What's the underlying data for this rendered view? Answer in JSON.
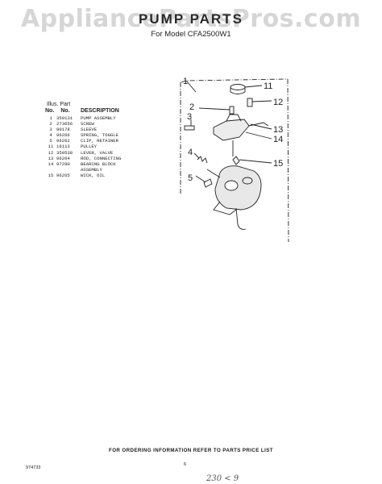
{
  "watermark": "AppliancePartsPros.com",
  "header": {
    "title": "PUMP PARTS",
    "subtitle": "For Model CFA2500W1"
  },
  "parts_list": {
    "header_line1": "Illus. Part",
    "col_no1": "No.",
    "col_no2": "No.",
    "col_desc": "DESCRIPTION",
    "rows": [
      {
        "illus": "1",
        "part": "359131",
        "desc": "PUMP ASSEMBLY"
      },
      {
        "illus": "2",
        "part": "273656",
        "desc": "SCREW"
      },
      {
        "illus": "3",
        "part": "90178",
        "desc": "SLEEVE"
      },
      {
        "illus": "4",
        "part": "96266",
        "desc": "SPRING, TOGGLE"
      },
      {
        "illus": "5",
        "part": "96262",
        "desc": "CLIP, RETAINER"
      },
      {
        "illus": "11",
        "part": "16113",
        "desc": "PULLEY"
      },
      {
        "illus": "12",
        "part": "350538",
        "desc": "LEVER, VALVE"
      },
      {
        "illus": "13",
        "part": "96264",
        "desc": "ROD, CONNECTING"
      },
      {
        "illus": "14",
        "part": "97290",
        "desc": "BEARING BLOCK"
      },
      {
        "illus": "",
        "part": "",
        "desc": "ASSEMBLY"
      },
      {
        "illus": "15",
        "part": "96265",
        "desc": "WICK, OIL"
      }
    ]
  },
  "callouts": {
    "c1": "1",
    "c2": "2",
    "c3": "3",
    "c4": "4",
    "c5": "5",
    "c11": "11",
    "c12": "12",
    "c13": "13",
    "c14": "14",
    "c15": "15"
  },
  "footer": {
    "ordering_info": "FOR ORDERING INFORMATION REFER TO PARTS PRICE LIST",
    "code": "974733",
    "page": "6",
    "handwritten": "230 < 9"
  }
}
